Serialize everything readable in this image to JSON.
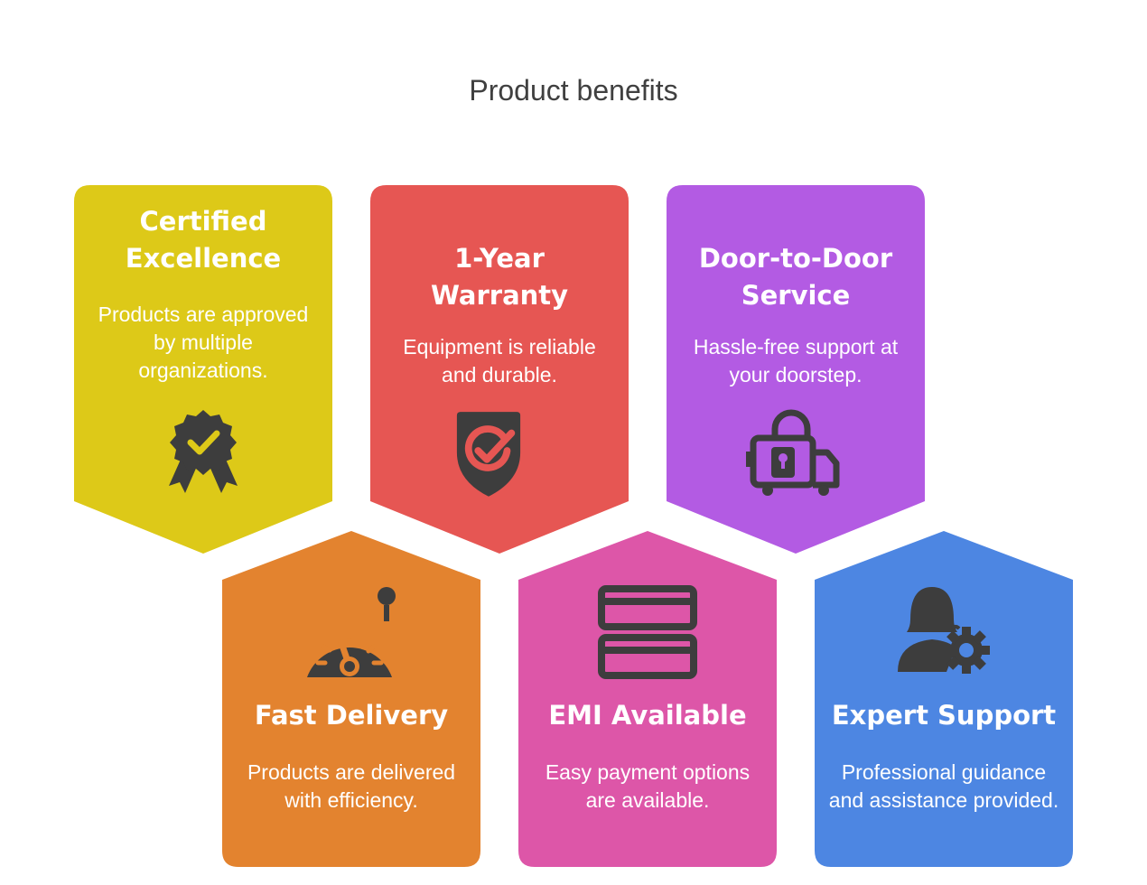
{
  "title": "Product benefits",
  "colors": {
    "yellow": "#DDC918",
    "red": "#E65653",
    "purple": "#B35BE3",
    "orange": "#E3832F",
    "pink": "#DD56A8",
    "blue": "#4D86E2",
    "icon": "#3D3D3D"
  },
  "cards": [
    {
      "title": "Certified Excellence",
      "description": "Products are approved by multiple organizations.",
      "icon": "award-ribbon-icon"
    },
    {
      "title": "1-Year Warranty",
      "description": "Equipment is reliable and durable.",
      "icon": "shield-check-icon"
    },
    {
      "title": "Door-to-Door Service",
      "description": "Hassle-free support at your doorstep.",
      "icon": "locked-truck-icon"
    },
    {
      "title": "Fast Delivery",
      "description": "Products are delivered with efficiency.",
      "icon": "speedometer-icon"
    },
    {
      "title": "EMI Available",
      "description": "Easy payment options are available.",
      "icon": "payment-cards-icon"
    },
    {
      "title": "Expert Support",
      "description": "Professional guidance and assistance provided.",
      "icon": "support-agent-gear-icon"
    }
  ]
}
